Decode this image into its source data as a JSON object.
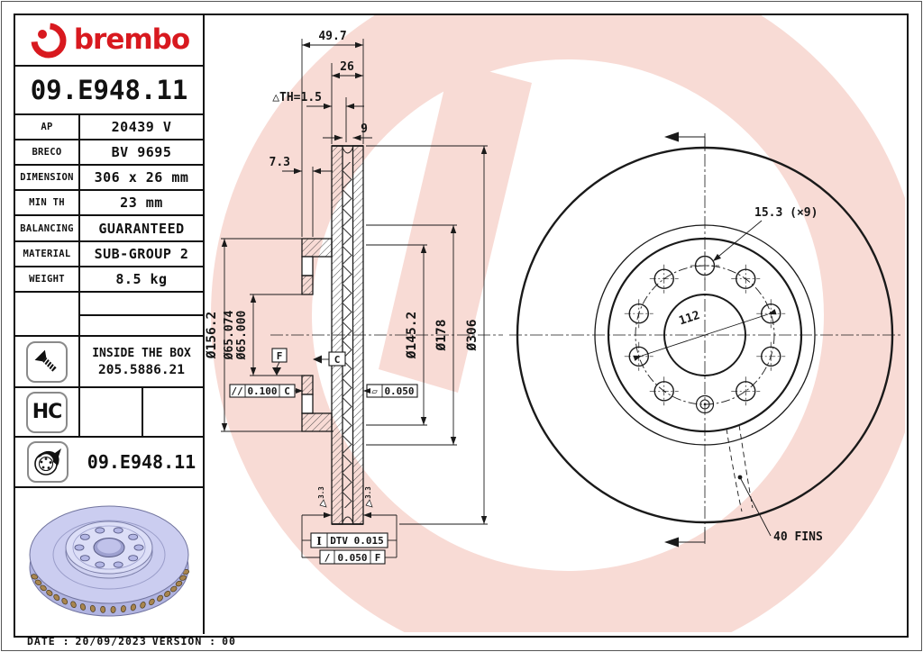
{
  "header": {
    "brand": "brembo",
    "part_number": "09.E948.11"
  },
  "specs": {
    "rows": [
      {
        "label": "AP",
        "value": "20439 V"
      },
      {
        "label": "BRECO",
        "value": "BV 9695"
      },
      {
        "label": "DIMENSION",
        "value": "306 x 26 mm"
      },
      {
        "label": "MIN TH",
        "value": "23 mm"
      },
      {
        "label": "BALANCING",
        "value": "GUARANTEED"
      },
      {
        "label": "MATERIAL",
        "value": "SUB-GROUP 2"
      },
      {
        "label": "WEIGHT",
        "value": "8.5 kg"
      }
    ]
  },
  "box_contents": {
    "title": "INSIDE THE BOX",
    "code": "205.5886.21"
  },
  "hc": {
    "label": "HC"
  },
  "part_row": {
    "part_number": "09.E948.11"
  },
  "footer": {
    "date_label": "DATE :",
    "date": "20/09/2023",
    "version_label": "VERSION :",
    "version": "00"
  },
  "drawing": {
    "section": {
      "dim_total_height": "49.7",
      "dim_thickness": "26",
      "dim_wear": "△TH=1.5",
      "dim_vent_width": "9",
      "dim_hat_wall": "7.3",
      "dim_hat_od": "Ø156.2",
      "dim_bore_max": "Ø65.074",
      "dim_bore_min": "Ø65.000",
      "dim_vent_id": "Ø145.2",
      "dim_hat_step": "Ø178",
      "dim_outer": "Ø306",
      "chamfer_left": "3.3",
      "chamfer_right": "3.3",
      "datum_f": "F",
      "datum_c": "C",
      "tol_parallel_sym": "//",
      "tol_parallel_val": "0.100",
      "tol_parallel_ref": "C",
      "tol_flat_sym": "▱",
      "tol_flat_val": "0.050",
      "tol_dtv_sym": "I",
      "tol_dtv_val": "DTV 0.015",
      "tol_runout_sym": "/",
      "tol_runout_val": "0.050",
      "tol_runout_ref": "F"
    },
    "front": {
      "dim_holes": "15.3 (×9)",
      "dim_bolt_circle": "112",
      "fins_label": "40 FINS"
    }
  },
  "icons": {
    "brand_mark": "brembo-roundel-icon",
    "inside_box": "countersunk-screw-icon",
    "hc": "hc-badge-icon",
    "part_row": "brake-disc-caliper-icon",
    "preview": "brake-disc-3d-image"
  },
  "colors": {
    "brand_red": "#d8191f",
    "watermark_pink": "#f8dbd5",
    "line": "#1a1a1a",
    "disc_body": "#cbcdf0",
    "disc_rim": "#b0b3e0",
    "disc_vent": "#a8854f",
    "disc_hat": "#d6d8f4"
  }
}
